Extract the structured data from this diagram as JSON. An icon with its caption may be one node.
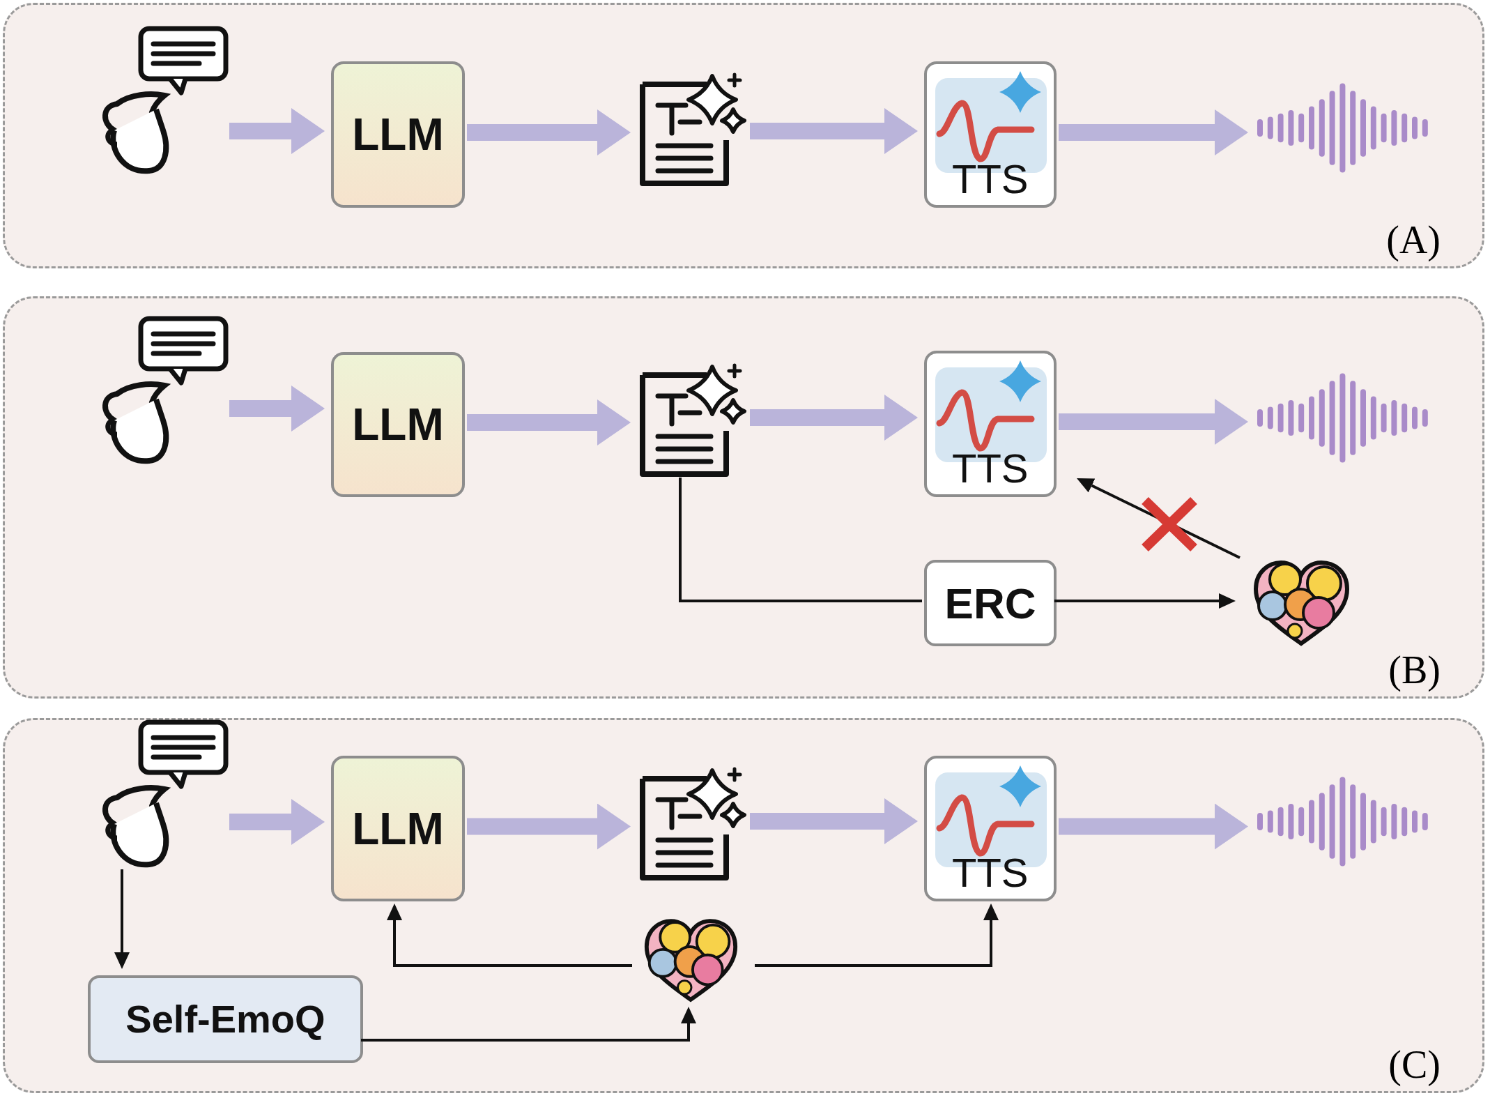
{
  "diagram": {
    "nodes": [
      {
        "text": [
          "(A)"
        ]
      },
      {
        "text": [],
        "shape": "picture",
        "in": 0
      },
      {
        "text": [
          "LLM"
        ],
        "in": 0
      },
      {
        "text": [],
        "shape": "picture",
        "in": 0
      },
      {
        "text": [
          "TTS"
        ],
        "in": 0
      },
      {
        "text": [],
        "shape": "picture",
        "in": 0
      },
      {
        "text": [
          "(B)"
        ]
      },
      {
        "text": [],
        "shape": "picture",
        "in": 6
      },
      {
        "text": [
          "LLM"
        ],
        "in": 6
      },
      {
        "text": [],
        "shape": "picture",
        "in": 6
      },
      {
        "text": [
          "TTS"
        ],
        "in": 6
      },
      {
        "text": [],
        "shape": "picture",
        "in": 6
      },
      {
        "text": [
          "ERC"
        ],
        "in": 6
      },
      {
        "text": [],
        "shape": "picture",
        "in": 6
      },
      {
        "text": [
          "(C)"
        ]
      },
      {
        "text": [],
        "shape": "picture",
        "in": 14
      },
      {
        "text": [
          "LLM"
        ],
        "in": 14
      },
      {
        "text": [],
        "shape": "picture",
        "in": 14
      },
      {
        "text": [
          "TTS"
        ],
        "in": 14
      },
      {
        "text": [],
        "shape": "picture",
        "in": 14
      },
      {
        "text": [
          "Self-EmoQ"
        ],
        "in": 14
      },
      {
        "text": [],
        "shape": "picture",
        "in": 14
      }
    ],
    "edges": [
      {
        "from": 1,
        "to": 2,
        "arrow": "to"
      },
      {
        "from": 2,
        "to": 3,
        "arrow": "to"
      },
      {
        "from": 3,
        "to": 4,
        "arrow": "to"
      },
      {
        "from": 4,
        "to": 5,
        "arrow": "to"
      },
      {
        "from": 7,
        "to": 8,
        "arrow": "to"
      },
      {
        "from": 8,
        "to": 9,
        "arrow": "to"
      },
      {
        "from": 9,
        "to": 10,
        "arrow": "to"
      },
      {
        "from": 10,
        "to": 11,
        "arrow": "to"
      },
      {
        "from": 9,
        "to": 12,
        "arrow": "none",
        "color": "#111111"
      },
      {
        "from": 12,
        "to": 13,
        "arrow": "to",
        "color": "#111111"
      },
      {
        "from": 13,
        "to": 10,
        "arrow": "to",
        "color": "#111111"
      },
      {
        "from": 15,
        "to": 16,
        "arrow": "to"
      },
      {
        "from": 16,
        "to": 17,
        "arrow": "to"
      },
      {
        "from": 17,
        "to": 18,
        "arrow": "to"
      },
      {
        "from": 18,
        "to": 19,
        "arrow": "to"
      },
      {
        "from": 15,
        "to": 20,
        "arrow": "to",
        "color": "#111111"
      },
      {
        "from": 20,
        "to": 21,
        "arrow": "to",
        "color": "#111111"
      },
      {
        "from": 21,
        "to": 16,
        "arrow": "to",
        "color": "#111111"
      },
      {
        "from": 21,
        "to": 18,
        "arrow": "to",
        "color": "#111111"
      }
    ]
  }
}
